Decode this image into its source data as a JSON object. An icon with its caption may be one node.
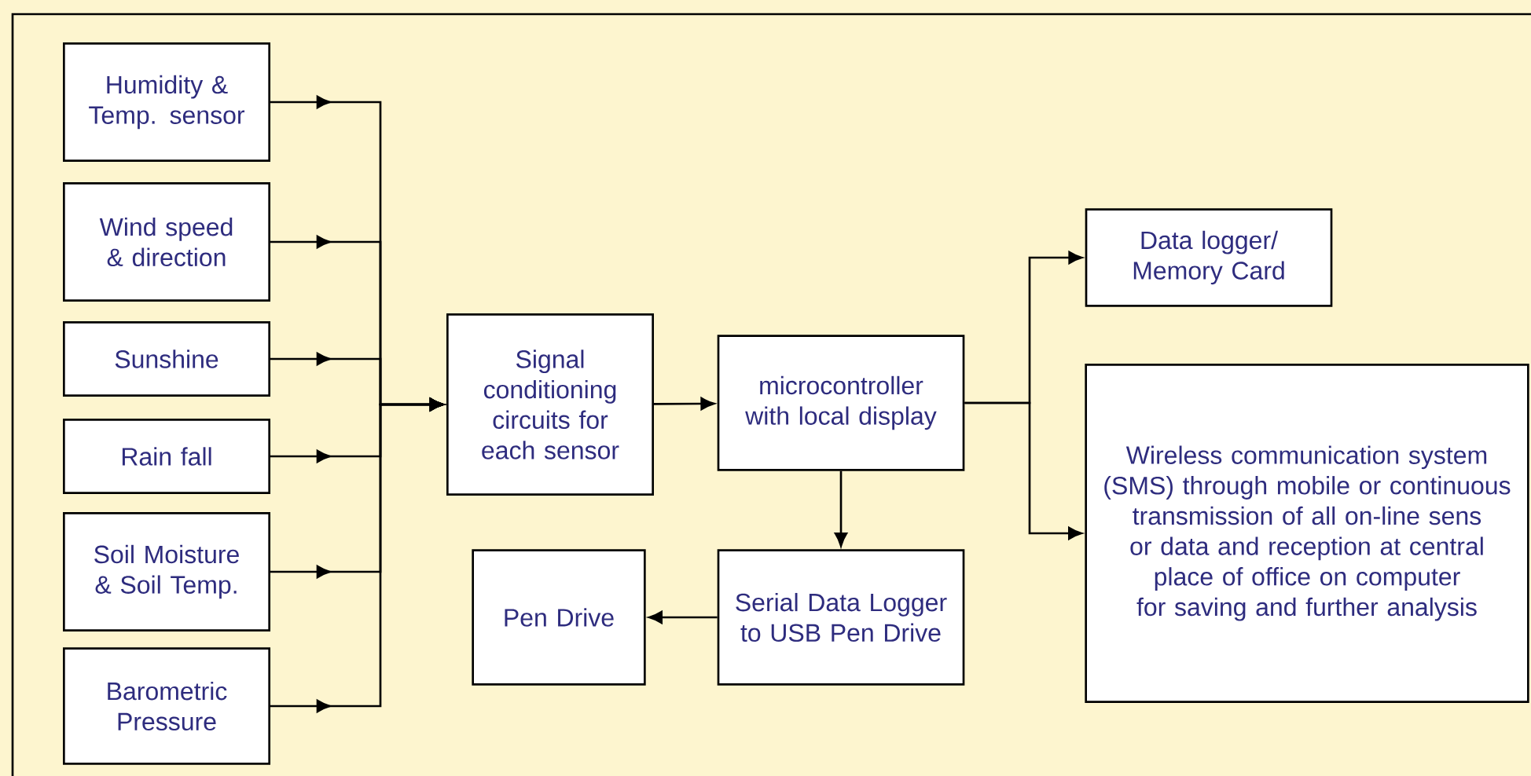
{
  "diagram": {
    "nodes": [
      {
        "text": [
          "Humidity & Temp. sensor"
        ]
      },
      {
        "text": [
          "Wind speed & direction"
        ]
      },
      {
        "text": [
          "Sunshine"
        ]
      },
      {
        "text": [
          "Rain fall"
        ]
      },
      {
        "text": [
          "Soil Moisture & Soil Temp."
        ]
      },
      {
        "text": [
          "Barometric Pressure"
        ]
      },
      {
        "text": [
          "Signal conditioning circuits for each sensor"
        ]
      },
      {
        "text": [
          "microcontroller with local display"
        ]
      },
      {
        "text": [
          "Serial Data Logger to USB Pen Drive"
        ]
      },
      {
        "text": [
          "Pen Drive"
        ]
      },
      {
        "text": [
          "Data logger/ Memory Card"
        ]
      },
      {
        "text": [
          "Wireless communication system (SMS) through mobile or continuous transmission of all on-line sens or data and reception at central place of office on computer for saving and further analysis"
        ]
      }
    ],
    "edges": [
      {
        "from": 0,
        "to": 6,
        "arrow": "to"
      },
      {
        "from": 1,
        "to": 6,
        "arrow": "to"
      },
      {
        "from": 2,
        "to": 6,
        "arrow": "to"
      },
      {
        "from": 3,
        "to": 6,
        "arrow": "to"
      },
      {
        "from": 4,
        "to": 6,
        "arrow": "to"
      },
      {
        "from": 5,
        "to": 6,
        "arrow": "to"
      },
      {
        "from": 6,
        "to": 7,
        "arrow": "to"
      },
      {
        "from": 7,
        "to": 10,
        "arrow": "to"
      },
      {
        "from": 7,
        "to": 11,
        "arrow": "to"
      },
      {
        "from": 7,
        "to": 8,
        "arrow": "to"
      },
      {
        "from": 8,
        "to": 9,
        "arrow": "to"
      }
    ]
  }
}
